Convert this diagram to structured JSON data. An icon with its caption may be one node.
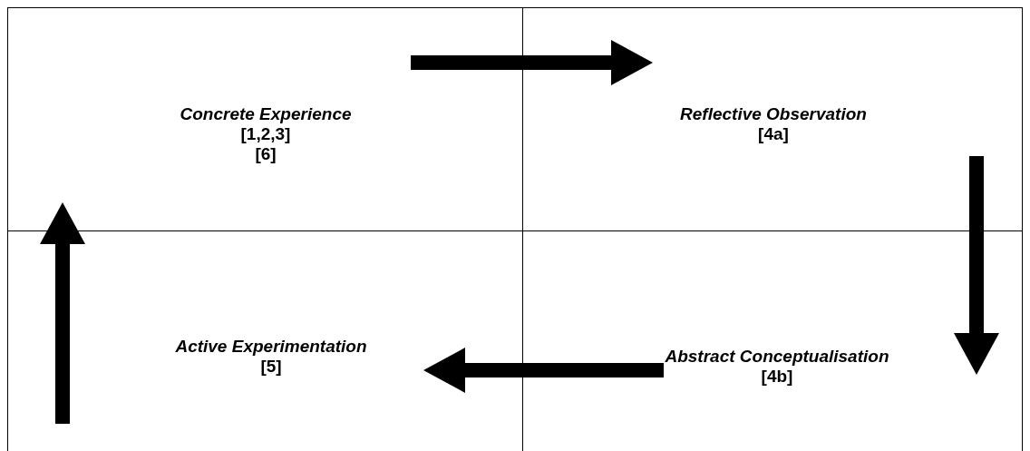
{
  "diagram": {
    "nodes": [
      {
        "text": [
          "Concrete Experience",
          "[1,2,3]",
          "[6]"
        ]
      },
      {
        "text": [
          "Reflective Observation",
          "[4a]"
        ]
      },
      {
        "text": [
          "Active Experimentation",
          "[5]"
        ]
      },
      {
        "text": [
          "Abstract Conceptualisation",
          "[4b]"
        ]
      }
    ],
    "edges": [
      {
        "from": 0,
        "to": 1,
        "arrow": "to"
      },
      {
        "from": 1,
        "to": 3,
        "arrow": "to"
      },
      {
        "from": 3,
        "to": 2,
        "arrow": "to"
      },
      {
        "from": 2,
        "to": 0,
        "arrow": "to"
      }
    ]
  }
}
